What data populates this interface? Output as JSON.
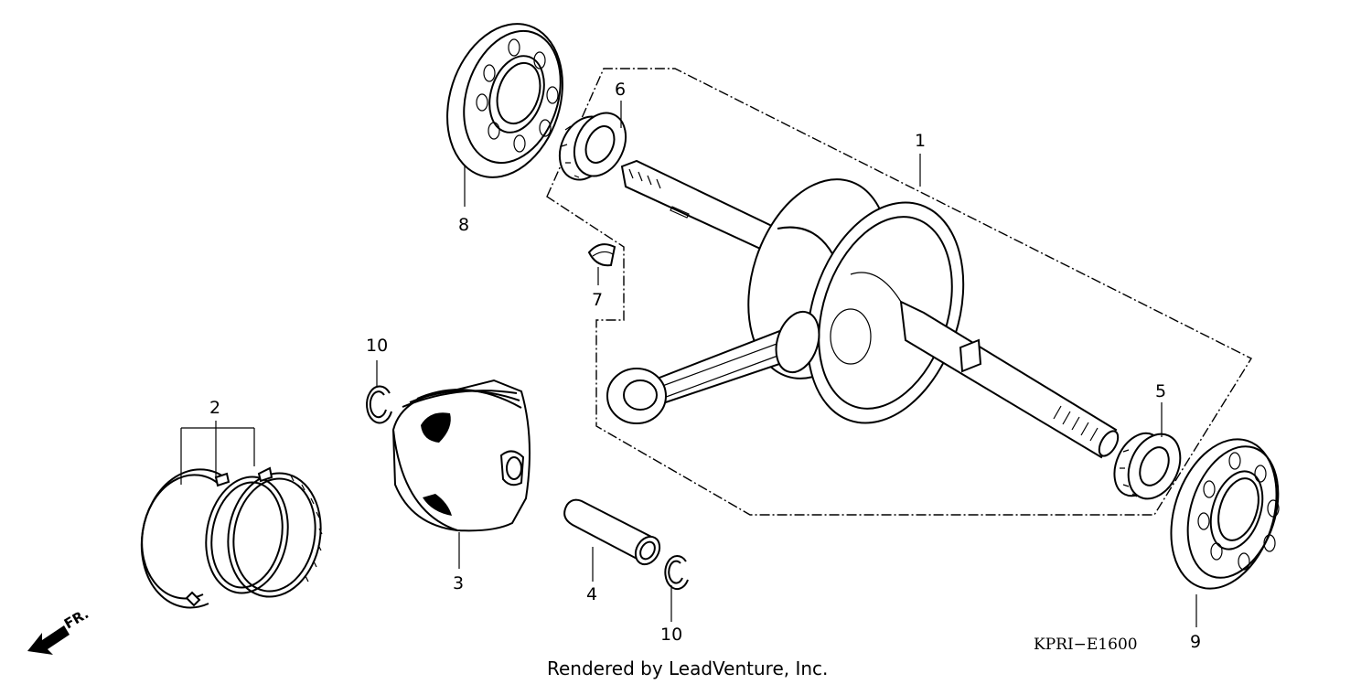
{
  "callouts": {
    "c1": "1",
    "c2": "2",
    "c3": "3",
    "c4": "4",
    "c5": "5",
    "c6": "6",
    "c7": "7",
    "c8": "8",
    "c9": "9",
    "c10a": "10",
    "c10b": "10"
  },
  "diagram_code": "KPRI−E1600",
  "front_indicator": "FR.",
  "credit": "Rendered by LeadVenture, Inc."
}
